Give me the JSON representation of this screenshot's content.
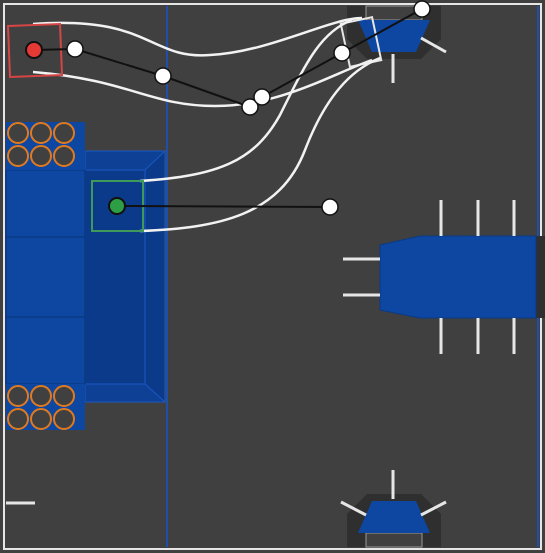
{
  "scene": {
    "name": "path-planning-field-view",
    "colors": {
      "background": "#404040",
      "field_border": "#e6e6e6",
      "boundary_line": "#1f4fa8",
      "structure_dark": "#2f2f2f",
      "robot_blue": "#0d47a1",
      "platform_blue": "#0c3a8a",
      "platform_edge": "#1a58c4",
      "cone_orange": "#e07a1f",
      "trajectory_white": "#f2f2f2",
      "waypoint_fill": "#ffffff",
      "waypoint_stroke": "#111111",
      "start_marker_red": "#e53935",
      "start_box_red": "#d64545",
      "goal_marker_green": "#2e9e46",
      "goal_box_green": "#3f9a5a",
      "link_black": "#111111"
    },
    "markers": {
      "start": {
        "shape": "filled-circle",
        "color": "red"
      },
      "goal": {
        "shape": "filled-circle",
        "color": "green"
      },
      "waypoint": {
        "shape": "open-circle",
        "color": "white"
      }
    },
    "cones": {
      "rack_top_count": 6,
      "rack_bottom_count": 6
    }
  }
}
